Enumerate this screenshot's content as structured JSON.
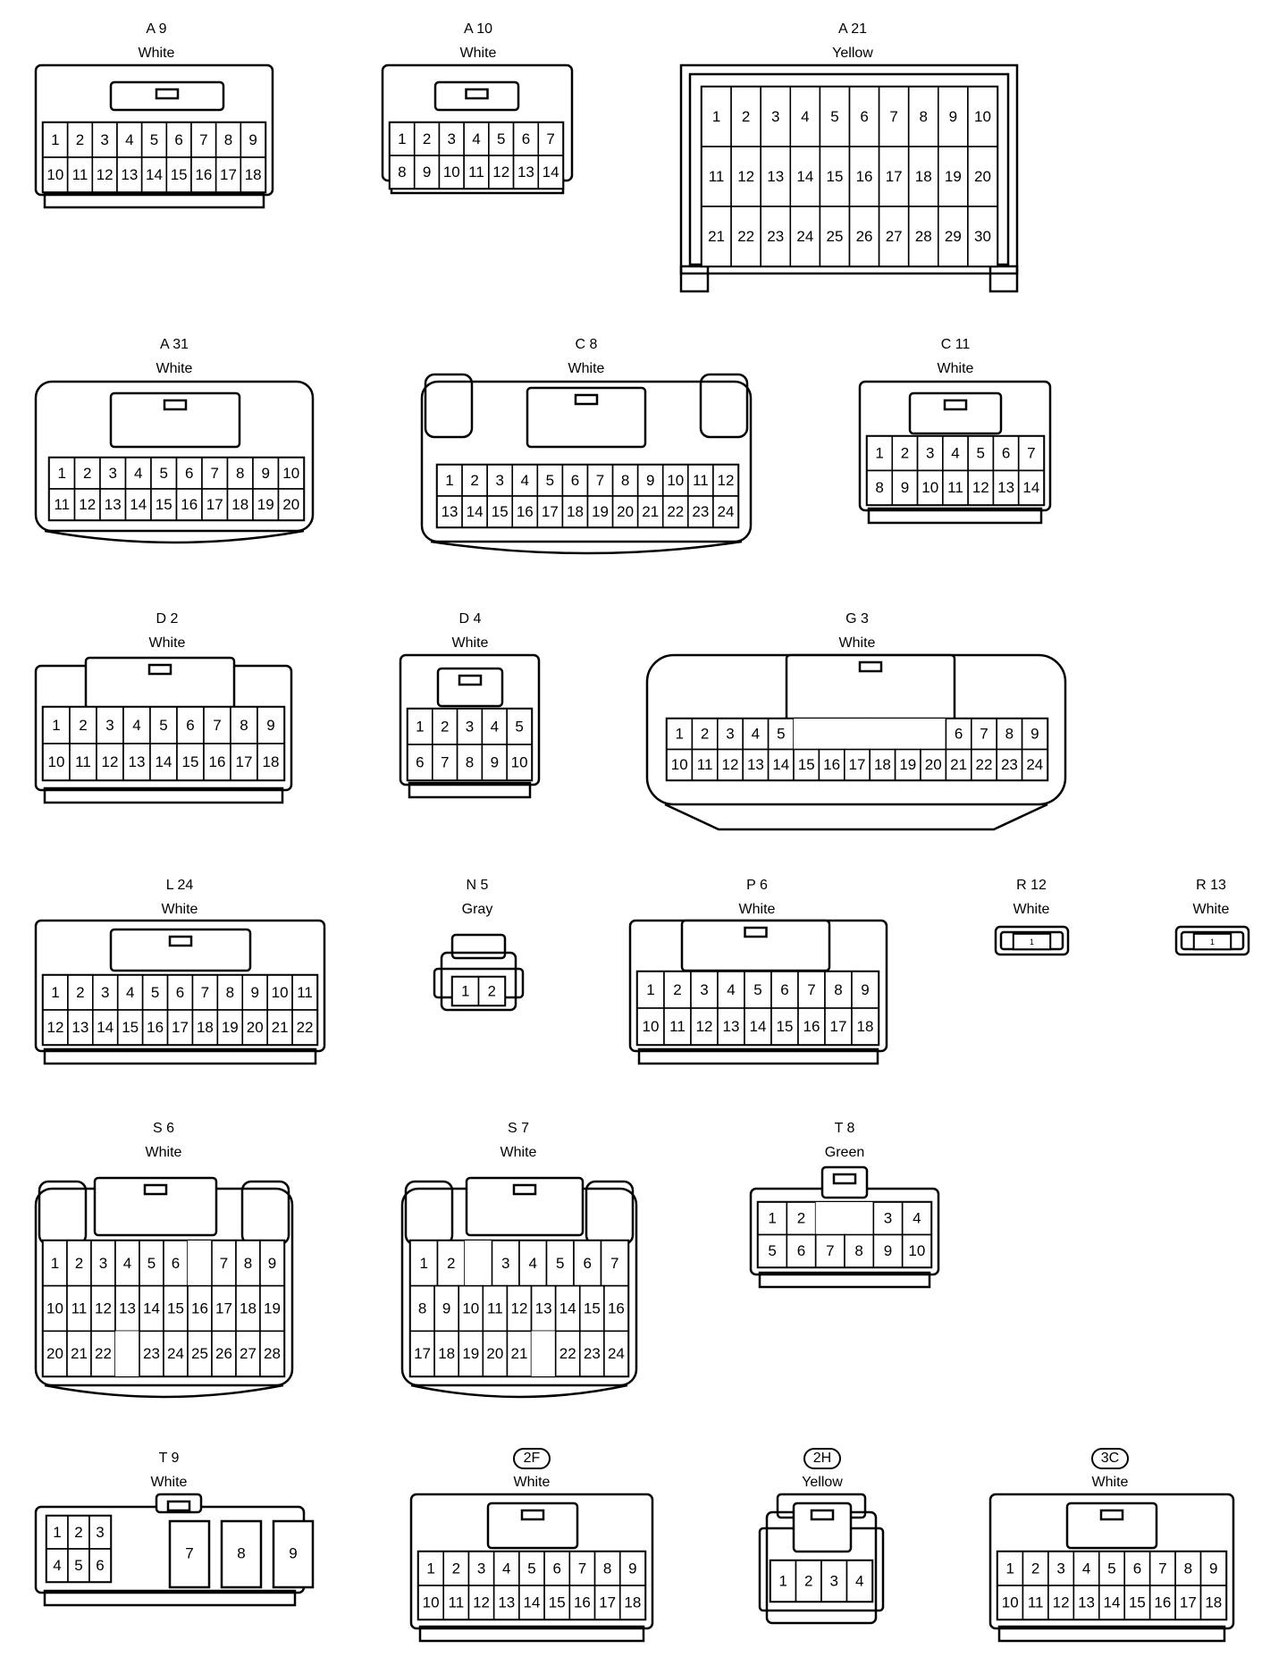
{
  "connectors": [
    {
      "id": "a9",
      "code": "A 9",
      "color": "White",
      "rows": [
        [
          "1",
          "2",
          "3",
          "4",
          "5",
          "6",
          "7",
          "8",
          "9"
        ],
        [
          "10",
          "11",
          "12",
          "13",
          "14",
          "15",
          "16",
          "17",
          "18"
        ]
      ]
    },
    {
      "id": "a10",
      "code": "A 10",
      "color": "White",
      "rows": [
        [
          "1",
          "2",
          "3",
          "4",
          "5",
          "6",
          "7"
        ],
        [
          "8",
          "9",
          "10",
          "11",
          "12",
          "13",
          "14"
        ]
      ]
    },
    {
      "id": "a21",
      "code": "A 21",
      "color": "Yellow",
      "rows": [
        [
          "1",
          "2",
          "3",
          "4",
          "5",
          "6",
          "7",
          "8",
          "9",
          "10"
        ],
        [
          "11",
          "12",
          "13",
          "14",
          "15",
          "16",
          "17",
          "18",
          "19",
          "20"
        ],
        [
          "21",
          "22",
          "23",
          "24",
          "25",
          "26",
          "27",
          "28",
          "29",
          "30"
        ]
      ]
    },
    {
      "id": "a31",
      "code": "A 31",
      "color": "White",
      "rows": [
        [
          "1",
          "2",
          "3",
          "4",
          "5",
          "6",
          "7",
          "8",
          "9",
          "10"
        ],
        [
          "11",
          "12",
          "13",
          "14",
          "15",
          "16",
          "17",
          "18",
          "19",
          "20"
        ]
      ]
    },
    {
      "id": "c8",
      "code": "C 8",
      "color": "White",
      "rows": [
        [
          "1",
          "2",
          "3",
          "4",
          "5",
          "6",
          "7",
          "8",
          "9",
          "10",
          "11",
          "12"
        ],
        [
          "13",
          "14",
          "15",
          "16",
          "17",
          "18",
          "19",
          "20",
          "21",
          "22",
          "23",
          "24"
        ]
      ]
    },
    {
      "id": "c11",
      "code": "C 11",
      "color": "White",
      "rows": [
        [
          "1",
          "2",
          "3",
          "4",
          "5",
          "6",
          "7"
        ],
        [
          "8",
          "9",
          "10",
          "11",
          "12",
          "13",
          "14"
        ]
      ]
    },
    {
      "id": "d2",
      "code": "D 2",
      "color": "White",
      "rows": [
        [
          "1",
          "2",
          "3",
          "4",
          "5",
          "6",
          "7",
          "8",
          "9"
        ],
        [
          "10",
          "11",
          "12",
          "13",
          "14",
          "15",
          "16",
          "17",
          "18"
        ]
      ]
    },
    {
      "id": "d4",
      "code": "D 4",
      "color": "White",
      "rows": [
        [
          "1",
          "2",
          "3",
          "4",
          "5"
        ],
        [
          "6",
          "7",
          "8",
          "9",
          "10"
        ]
      ]
    },
    {
      "id": "g3",
      "code": "G 3",
      "color": "White",
      "rows": [
        [
          "1",
          "2",
          "3",
          "4",
          "5",
          "",
          "",
          "",
          "",
          "",
          "",
          "6",
          "7",
          "8",
          "9"
        ],
        [
          "10",
          "11",
          "12",
          "13",
          "14",
          "15",
          "16",
          "17",
          "18",
          "19",
          "20",
          "21",
          "22",
          "23",
          "24"
        ]
      ]
    },
    {
      "id": "l24",
      "code": "L 24",
      "color": "White",
      "rows": [
        [
          "1",
          "2",
          "3",
          "4",
          "5",
          "6",
          "7",
          "8",
          "9",
          "10",
          "11"
        ],
        [
          "12",
          "13",
          "14",
          "15",
          "16",
          "17",
          "18",
          "19",
          "20",
          "21",
          "22"
        ]
      ]
    },
    {
      "id": "n5",
      "code": "N 5",
      "color": "Gray",
      "rows": [
        [
          "1",
          "2"
        ]
      ]
    },
    {
      "id": "p6",
      "code": "P 6",
      "color": "White",
      "rows": [
        [
          "1",
          "2",
          "3",
          "4",
          "5",
          "6",
          "7",
          "8",
          "9"
        ],
        [
          "10",
          "11",
          "12",
          "13",
          "14",
          "15",
          "16",
          "17",
          "18"
        ]
      ]
    },
    {
      "id": "r12",
      "code": "R 12",
      "color": "White",
      "rows": [
        [
          "1"
        ]
      ]
    },
    {
      "id": "r13",
      "code": "R 13",
      "color": "White",
      "rows": [
        [
          "1"
        ]
      ]
    },
    {
      "id": "s6",
      "code": "S 6",
      "color": "White",
      "rows": [
        [
          "1",
          "2",
          "3",
          "4",
          "5",
          "6",
          "",
          "7",
          "8",
          "9"
        ],
        [
          "10",
          "11",
          "12",
          "13",
          "14",
          "15",
          "16",
          "17",
          "18",
          "19"
        ],
        [
          "20",
          "21",
          "22",
          "",
          "23",
          "24",
          "25",
          "26",
          "27",
          "28"
        ]
      ]
    },
    {
      "id": "s7",
      "code": "S 7",
      "color": "White",
      "rows": [
        [
          "1",
          "2",
          "",
          "3",
          "4",
          "5",
          "6",
          "7"
        ],
        [
          "8",
          "9",
          "10",
          "11",
          "12",
          "13",
          "14",
          "15",
          "16"
        ],
        [
          "17",
          "18",
          "19",
          "20",
          "21",
          "",
          "22",
          "23",
          "24"
        ]
      ]
    },
    {
      "id": "t8",
      "code": "T 8",
      "color": "Green",
      "rows": [
        [
          "1",
          "2",
          "",
          "",
          "3",
          "4"
        ],
        [
          "5",
          "6",
          "7",
          "8",
          "9",
          "10"
        ]
      ]
    },
    {
      "id": "t9",
      "code": "T 9",
      "color": "White",
      "rows": [
        [
          "1",
          "2",
          "3"
        ],
        [
          "4",
          "5",
          "6"
        ]
      ],
      "big_pins": [
        "7",
        "8",
        "9"
      ]
    },
    {
      "id": "2f",
      "code": "2F",
      "color": "White",
      "circled": true,
      "rows": [
        [
          "1",
          "2",
          "3",
          "4",
          "5",
          "6",
          "7",
          "8",
          "9"
        ],
        [
          "10",
          "11",
          "12",
          "13",
          "14",
          "15",
          "16",
          "17",
          "18"
        ]
      ]
    },
    {
      "id": "2h",
      "code": "2H",
      "color": "Yellow",
      "circled": true,
      "rows": [
        [
          "1",
          "2",
          "3",
          "4"
        ]
      ]
    },
    {
      "id": "3c",
      "code": "3C",
      "color": "White",
      "circled": true,
      "rows": [
        [
          "1",
          "2",
          "3",
          "4",
          "5",
          "6",
          "7",
          "8",
          "9"
        ],
        [
          "10",
          "11",
          "12",
          "13",
          "14",
          "15",
          "16",
          "17",
          "18"
        ]
      ]
    }
  ]
}
